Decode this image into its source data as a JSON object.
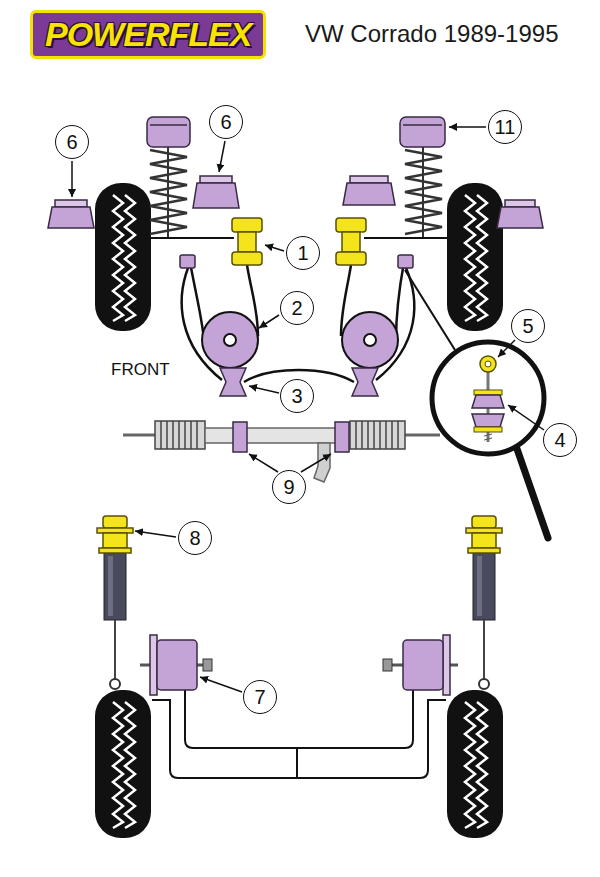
{
  "diagram": {
    "title": "VW Corrado 1989-1995",
    "nodes": [
      {
        "text": [
          "POWERFLEX"
        ]
      },
      {
        "text": [
          "6"
        ]
      },
      {
        "text": [
          "11"
        ]
      },
      {
        "text": [
          "6"
        ]
      },
      {
        "text": [
          "1"
        ]
      },
      {
        "text": [
          "2"
        ]
      },
      {
        "text": [
          "5"
        ]
      },
      {
        "text": [
          "3"
        ]
      },
      {
        "text": [
          "4"
        ]
      },
      {
        "text": [
          "9"
        ]
      },
      {
        "text": [
          "8"
        ]
      },
      {
        "text": [
          "7"
        ]
      }
    ],
    "labels": [
      "FRONT"
    ]
  }
}
